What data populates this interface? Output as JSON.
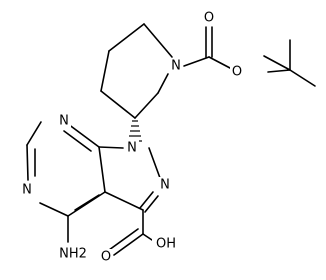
{
  "molecule": {
    "atom_labels": {
      "n_piperidine": "N",
      "o_carbonyl": "O",
      "o_ester": "O",
      "n1_pyrazole": "N",
      "n2_pyrazole": "N",
      "n_pyrimidine_top": "N",
      "n_pyrimidine_bottom": "N",
      "amine": "NH2",
      "acid": "OH",
      "acid_carbonyl_o": "O"
    }
  }
}
